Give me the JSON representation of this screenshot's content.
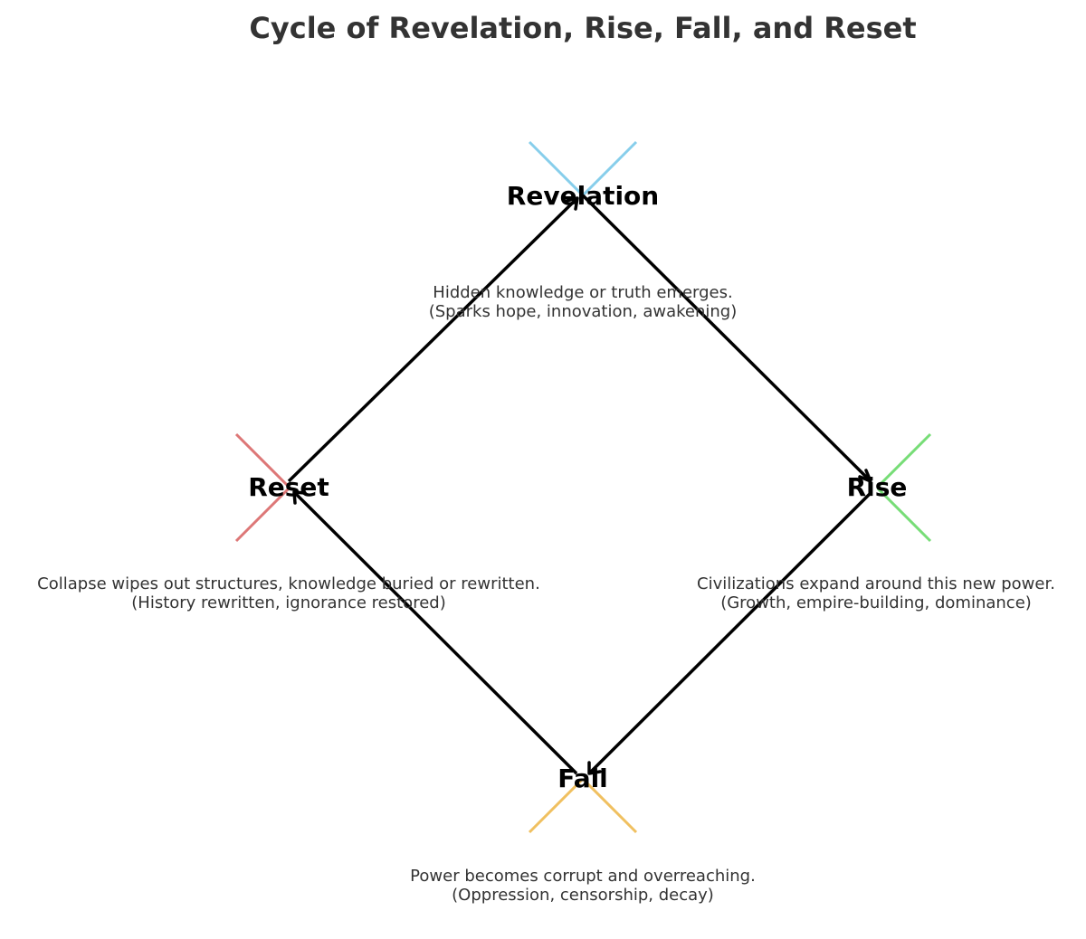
{
  "title": "Cycle of Revelation, Rise, Fall, and Reset",
  "nodes": {
    "revelation": {
      "label": "Revelation",
      "desc_line1": "Hidden knowledge or truth emerges.",
      "desc_line2": "(Sparks hope, innovation, awakening)",
      "color": "#87CEEB"
    },
    "rise": {
      "label": "Rise",
      "desc_line1": "Civilizations expand around this new power.",
      "desc_line2": "(Growth, empire-building, dominance)",
      "color": "#77DD77"
    },
    "fall": {
      "label": "Fall",
      "desc_line1": "Power becomes corrupt and overreaching.",
      "desc_line2": "(Oppression, censorship, decay)",
      "color": "#F0C060"
    },
    "reset": {
      "label": "Reset",
      "desc_line1": "Collapse wipes out structures, knowledge buried or rewritten.",
      "desc_line2": "(History rewritten, ignorance restored)",
      "color": "#DD7777"
    }
  },
  "edges": [
    {
      "from": "revelation",
      "to": "rise"
    },
    {
      "from": "rise",
      "to": "fall"
    },
    {
      "from": "fall",
      "to": "reset"
    },
    {
      "from": "reset",
      "to": "revelation"
    }
  ],
  "edge_color": "#000000"
}
